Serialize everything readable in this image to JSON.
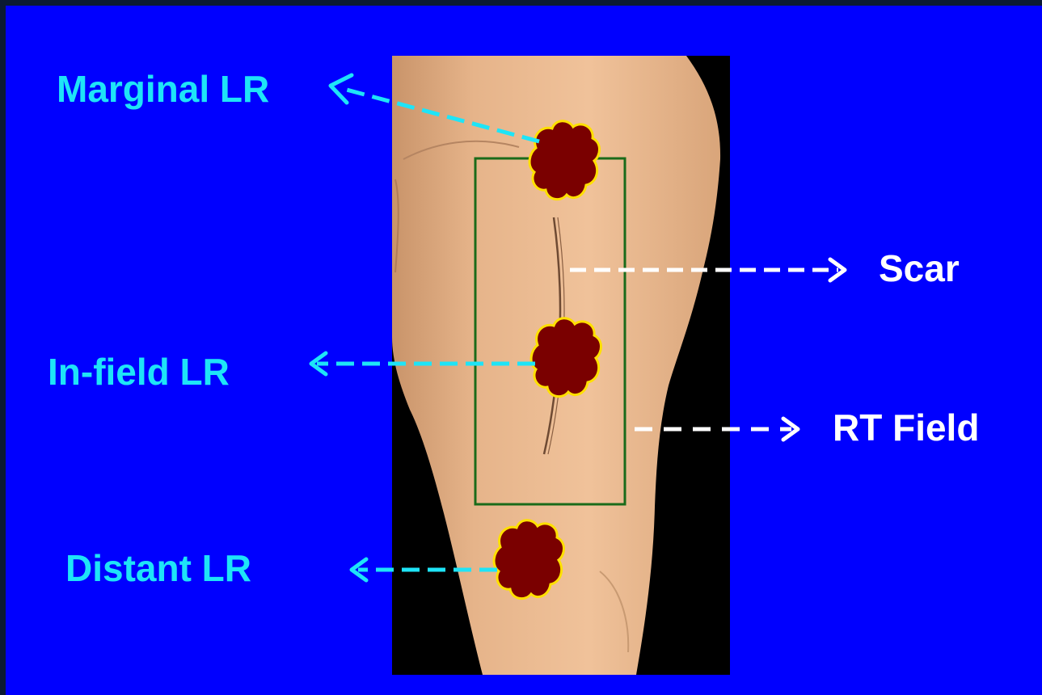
{
  "labels": {
    "marginal": "Marginal LR",
    "infield": "In-field LR",
    "distant": "Distant LR",
    "scar": "Scar",
    "rt_field": "RT Field"
  },
  "colors": {
    "background": "#0000ff",
    "cyan_label": "#1ee4f7",
    "white_label": "#ffffff",
    "skin": "#e8b98f",
    "tumor_fill": "#7a0000",
    "tumor_outline": "#ffe000",
    "rt_field_box": "#1a6b1a"
  }
}
